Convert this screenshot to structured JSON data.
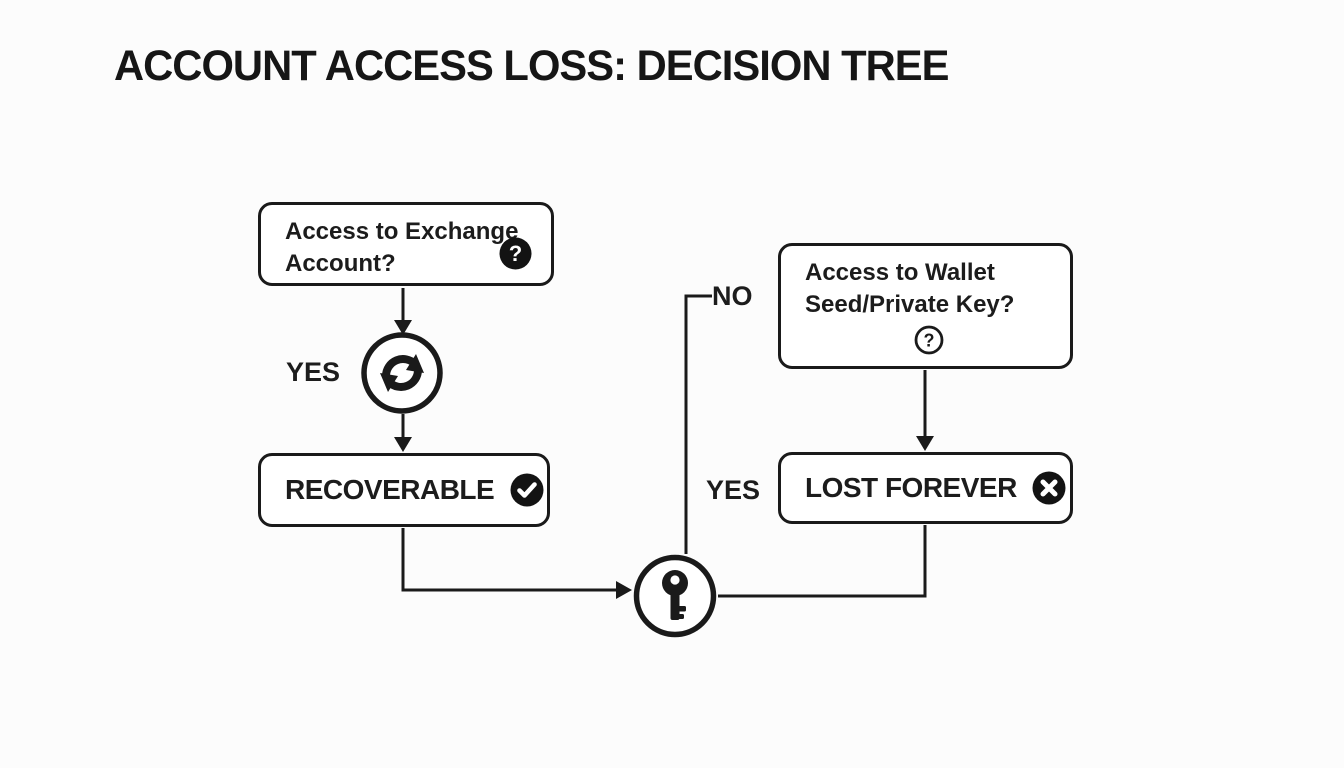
{
  "title": "ACCOUNT ACCESS LOSS: DECISION TREE",
  "colors": {
    "background": "#fcfcfc",
    "ink": "#1a1a1a",
    "box_fill": "#ffffff",
    "badge_fill": "#131313",
    "badge_glyph": "#ffffff"
  },
  "nodes": {
    "exchange": {
      "lines": [
        "Access to Exchange",
        "Account?"
      ],
      "label": "Access to Exchange Account?",
      "icon": "question-badge",
      "question_glyph": "?"
    },
    "refresh": {
      "icon": "recovery-cycle"
    },
    "recoverable": {
      "label": "RECOVERABLE",
      "icon": "check-badge"
    },
    "wallet": {
      "lines": [
        "Access to Wallet",
        "Seed/Private Key?"
      ],
      "label": "Access to Wallet Seed/Private Key?",
      "icon": "question-outline",
      "question_glyph": "?"
    },
    "lost": {
      "label": "LOST FOREVER",
      "icon": "x-badge"
    },
    "key": {
      "icon": "key"
    }
  },
  "edge_labels": {
    "yes_left": "YES",
    "no": "NO",
    "yes_right": "YES"
  }
}
